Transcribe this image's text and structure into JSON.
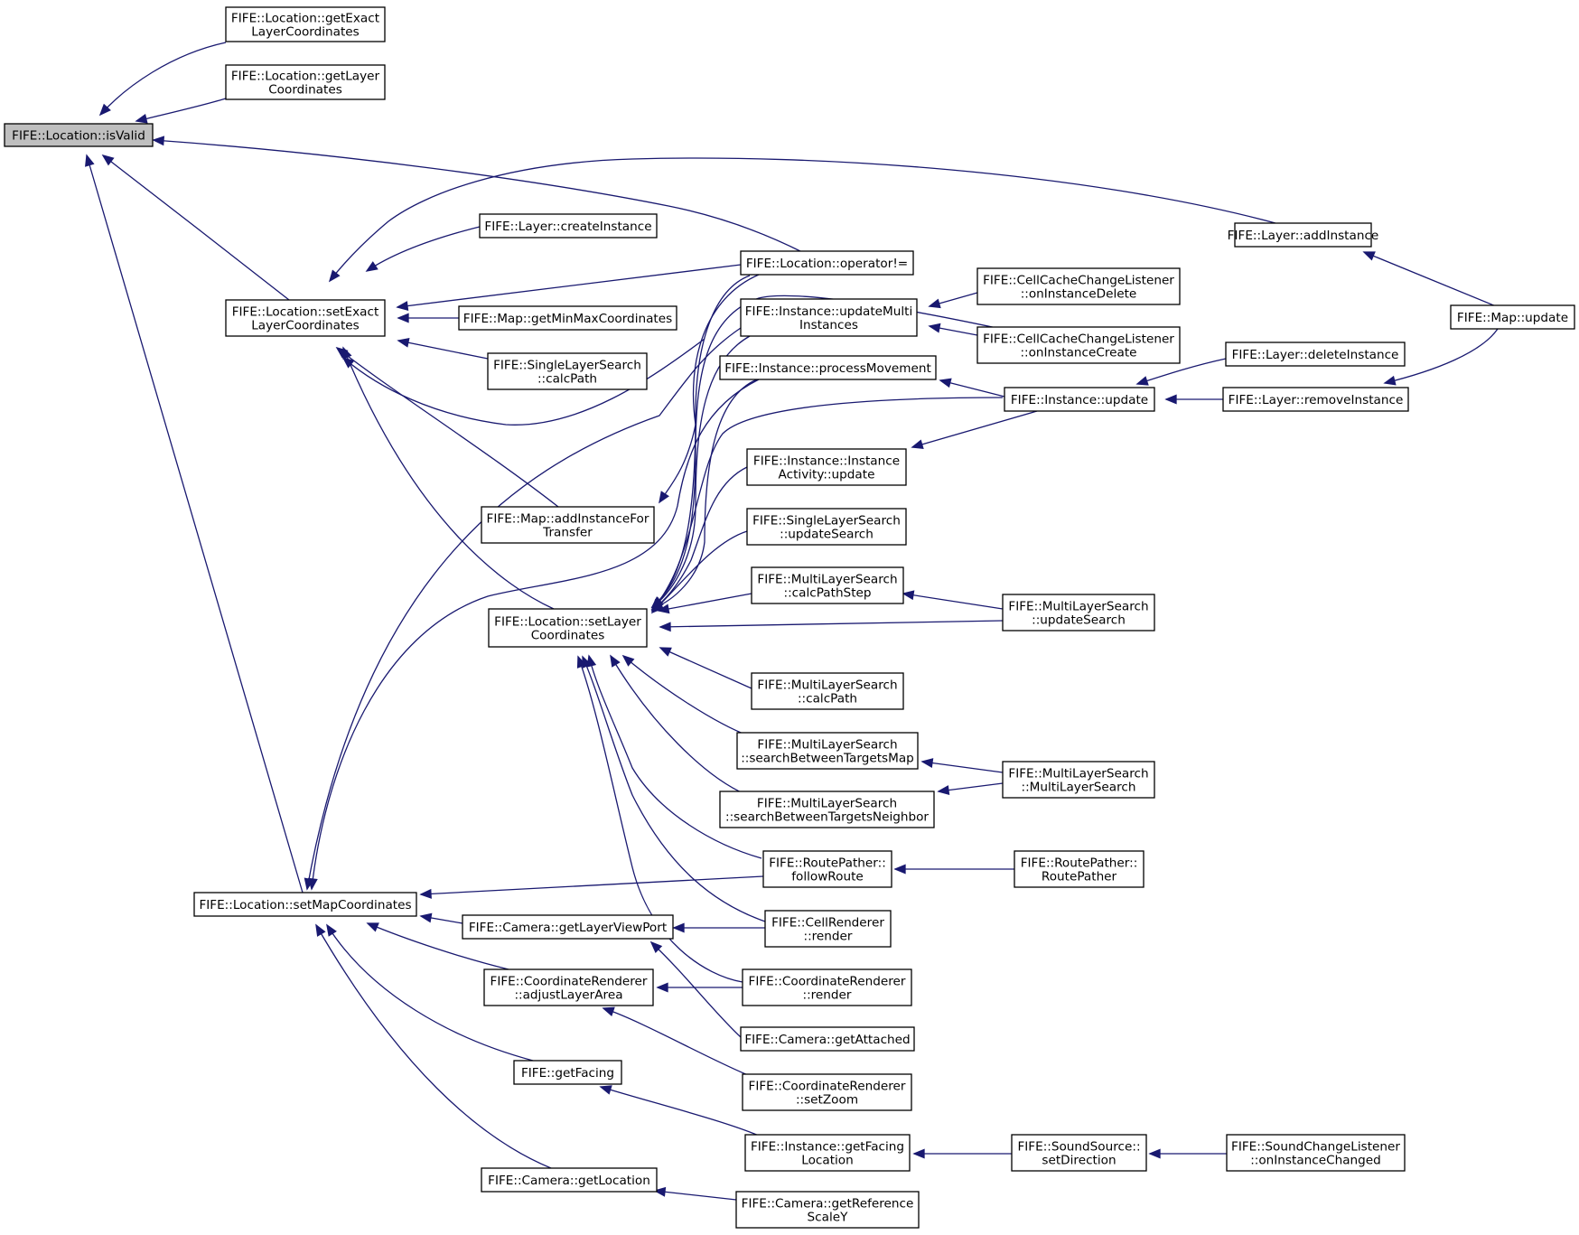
{
  "nodes": [
    {
      "id": "isValid",
      "lines": [
        "FIFE::Location::isValid"
      ],
      "highlighted": true
    },
    {
      "id": "getExactLayerCoordinates",
      "lines": [
        "FIFE::Location::getExact",
        "LayerCoordinates"
      ]
    },
    {
      "id": "getLayerCoordinates",
      "lines": [
        "FIFE::Location::getLayer",
        "Coordinates"
      ]
    },
    {
      "id": "setExactLayerCoordinates",
      "lines": [
        "FIFE::Location::setExact",
        "LayerCoordinates"
      ]
    },
    {
      "id": "setMapCoordinates",
      "lines": [
        "FIFE::Location::setMapCoordinates"
      ]
    },
    {
      "id": "operatorNE",
      "lines": [
        "FIFE::Location::operator!="
      ]
    },
    {
      "id": "layerAddInstance",
      "lines": [
        "FIFE::Layer::addInstance"
      ]
    },
    {
      "id": "mapUpdate",
      "lines": [
        "FIFE::Map::update"
      ]
    },
    {
      "id": "layerCreateInstance",
      "lines": [
        "FIFE::Layer::createInstance"
      ]
    },
    {
      "id": "mapGetMinMax",
      "lines": [
        "FIFE::Map::getMinMaxCoordinates"
      ]
    },
    {
      "id": "singleCalcPath",
      "lines": [
        "FIFE::SingleLayerSearch",
        "::calcPath"
      ]
    },
    {
      "id": "mapAddInstanceForTransfer",
      "lines": [
        "FIFE::Map::addInstanceFor",
        "Transfer"
      ]
    },
    {
      "id": "setLayerCoordinates",
      "lines": [
        "FIFE::Location::setLayer",
        "Coordinates"
      ]
    },
    {
      "id": "updateMultiInstances",
      "lines": [
        "FIFE::Instance::updateMulti",
        "Instances"
      ]
    },
    {
      "id": "processMovement",
      "lines": [
        "FIFE::Instance::processMovement"
      ]
    },
    {
      "id": "activityUpdate",
      "lines": [
        "FIFE::Instance::Instance",
        "Activity::update"
      ]
    },
    {
      "id": "singleUpdateSearch",
      "lines": [
        "FIFE::SingleLayerSearch",
        "::updateSearch"
      ]
    },
    {
      "id": "multiCalcPathStep",
      "lines": [
        "FIFE::MultiLayerSearch",
        "::calcPathStep"
      ]
    },
    {
      "id": "multiCalcPath",
      "lines": [
        "FIFE::MultiLayerSearch",
        "::calcPath"
      ]
    },
    {
      "id": "searchTargetsMap",
      "lines": [
        "FIFE::MultiLayerSearch",
        "::searchBetweenTargetsMap"
      ]
    },
    {
      "id": "searchTargetsNeighbor",
      "lines": [
        "FIFE::MultiLayerSearch",
        "::searchBetweenTargetsNeighbor"
      ]
    },
    {
      "id": "followRoute",
      "lines": [
        "FIFE::RoutePather::",
        "followRoute"
      ]
    },
    {
      "id": "cellRender",
      "lines": [
        "FIFE::CellRenderer",
        "::render"
      ]
    },
    {
      "id": "coordRender",
      "lines": [
        "FIFE::CoordinateRenderer",
        "::render"
      ]
    },
    {
      "id": "cameraGetAttached",
      "lines": [
        "FIFE::Camera::getAttached"
      ]
    },
    {
      "id": "coordSetZoom",
      "lines": [
        "FIFE::CoordinateRenderer",
        "::setZoom"
      ]
    },
    {
      "id": "getFacingLocation",
      "lines": [
        "FIFE::Instance::getFacing",
        "Location"
      ]
    },
    {
      "id": "getReferenceScaleY",
      "lines": [
        "FIFE::Camera::getReference",
        "ScaleY"
      ]
    },
    {
      "id": "cameraGetLayerViewPort",
      "lines": [
        "FIFE::Camera::getLayerViewPort"
      ]
    },
    {
      "id": "adjustLayerArea",
      "lines": [
        "FIFE::CoordinateRenderer",
        "::adjustLayerArea"
      ]
    },
    {
      "id": "getFacing",
      "lines": [
        "FIFE::getFacing"
      ]
    },
    {
      "id": "cameraGetLocation",
      "lines": [
        "FIFE::Camera::getLocation"
      ]
    },
    {
      "id": "onInstanceDelete",
      "lines": [
        "FIFE::CellCacheChangeListener",
        "::onInstanceDelete"
      ]
    },
    {
      "id": "onInstanceCreate",
      "lines": [
        "FIFE::CellCacheChangeListener",
        "::onInstanceCreate"
      ]
    },
    {
      "id": "instanceUpdate",
      "lines": [
        "FIFE::Instance::update"
      ]
    },
    {
      "id": "multiUpdateSearch",
      "lines": [
        "FIFE::MultiLayerSearch",
        "::updateSearch"
      ]
    },
    {
      "id": "multiLayerSearchCtor",
      "lines": [
        "FIFE::MultiLayerSearch",
        "::MultiLayerSearch"
      ]
    },
    {
      "id": "routePatherCtor",
      "lines": [
        "FIFE::RoutePather::",
        "RoutePather"
      ]
    },
    {
      "id": "setDirection",
      "lines": [
        "FIFE::SoundSource::",
        "setDirection"
      ]
    },
    {
      "id": "layerDeleteInstance",
      "lines": [
        "FIFE::Layer::deleteInstance"
      ]
    },
    {
      "id": "layerRemoveInstance",
      "lines": [
        "FIFE::Layer::removeInstance"
      ]
    },
    {
      "id": "onInstanceChanged",
      "lines": [
        "FIFE::SoundChangeListener",
        "::onInstanceChanged"
      ]
    }
  ],
  "edges": [
    {
      "from": "getExactLayerCoordinates",
      "to": "isValid"
    },
    {
      "from": "getLayerCoordinates",
      "to": "isValid"
    },
    {
      "from": "operatorNE",
      "to": "isValid"
    },
    {
      "from": "setExactLayerCoordinates",
      "to": "isValid"
    },
    {
      "from": "setMapCoordinates",
      "to": "isValid"
    },
    {
      "from": "layerAddInstance",
      "to": "setExactLayerCoordinates"
    },
    {
      "from": "layerCreateInstance",
      "to": "setExactLayerCoordinates"
    },
    {
      "from": "operatorNE",
      "to": "setExactLayerCoordinates"
    },
    {
      "from": "mapGetMinMax",
      "to": "setExactLayerCoordinates"
    },
    {
      "from": "singleCalcPath",
      "to": "setExactLayerCoordinates"
    },
    {
      "from": "updateMultiInstances",
      "to": "setExactLayerCoordinates"
    },
    {
      "from": "mapAddInstanceForTransfer",
      "to": "setExactLayerCoordinates"
    },
    {
      "from": "setLayerCoordinates",
      "to": "setExactLayerCoordinates"
    },
    {
      "from": "mapUpdate",
      "to": "layerAddInstance"
    },
    {
      "from": "onInstanceDelete",
      "to": "updateMultiInstances"
    },
    {
      "from": "onInstanceCreate",
      "to": "updateMultiInstances"
    },
    {
      "from": "instanceUpdate",
      "to": "processMovement"
    },
    {
      "from": "layerDeleteInstance",
      "to": "instanceUpdate"
    },
    {
      "from": "layerRemoveInstance",
      "to": "instanceUpdate"
    },
    {
      "from": "mapUpdate",
      "to": "layerRemoveInstance"
    },
    {
      "from": "activityUpdate",
      "to": "instanceUpdate"
    },
    {
      "from": "operatorNE",
      "to": "mapAddInstanceForTransfer"
    },
    {
      "from": "updateMultiInstances",
      "to": "setLayerCoordinates"
    },
    {
      "from": "processMovement",
      "to": "setLayerCoordinates"
    },
    {
      "from": "instanceUpdate",
      "to": "setLayerCoordinates"
    },
    {
      "from": "activityUpdate",
      "to": "setLayerCoordinates"
    },
    {
      "from": "singleUpdateSearch",
      "to": "setLayerCoordinates"
    },
    {
      "from": "multiCalcPathStep",
      "to": "setLayerCoordinates"
    },
    {
      "from": "multiUpdateSearch",
      "to": "setLayerCoordinates"
    },
    {
      "from": "multiCalcPath",
      "to": "setLayerCoordinates"
    },
    {
      "from": "searchTargetsMap",
      "to": "setLayerCoordinates"
    },
    {
      "from": "searchTargetsNeighbor",
      "to": "setLayerCoordinates"
    },
    {
      "from": "followRoute",
      "to": "setLayerCoordinates"
    },
    {
      "from": "cellRender",
      "to": "setLayerCoordinates"
    },
    {
      "from": "coordRender",
      "to": "setLayerCoordinates"
    },
    {
      "from": "onInstanceCreate",
      "to": "setLayerCoordinates"
    },
    {
      "from": "operatorNE",
      "to": "setLayerCoordinates"
    },
    {
      "from": "multiUpdateSearch",
      "to": "multiCalcPathStep"
    },
    {
      "from": "multiLayerSearchCtor",
      "to": "searchTargetsMap"
    },
    {
      "from": "multiLayerSearchCtor",
      "to": "searchTargetsNeighbor"
    },
    {
      "from": "routePatherCtor",
      "to": "followRoute"
    },
    {
      "from": "followRoute",
      "to": "setMapCoordinates"
    },
    {
      "from": "cameraGetLayerViewPort",
      "to": "setMapCoordinates"
    },
    {
      "from": "adjustLayerArea",
      "to": "setMapCoordinates"
    },
    {
      "from": "getFacing",
      "to": "setMapCoordinates"
    },
    {
      "from": "cameraGetLocation",
      "to": "setMapCoordinates"
    },
    {
      "from": "processMovement",
      "to": "setMapCoordinates"
    },
    {
      "from": "updateMultiInstances",
      "to": "setMapCoordinates"
    },
    {
      "from": "cellRender",
      "to": "cameraGetLayerViewPort"
    },
    {
      "from": "cameraGetAttached",
      "to": "cameraGetLayerViewPort"
    },
    {
      "from": "coordRender",
      "to": "adjustLayerArea"
    },
    {
      "from": "coordSetZoom",
      "to": "adjustLayerArea"
    },
    {
      "from": "getFacingLocation",
      "to": "getFacing"
    },
    {
      "from": "setDirection",
      "to": "getFacingLocation"
    },
    {
      "from": "onInstanceChanged",
      "to": "setDirection"
    },
    {
      "from": "getReferenceScaleY",
      "to": "cameraGetLocation"
    }
  ]
}
